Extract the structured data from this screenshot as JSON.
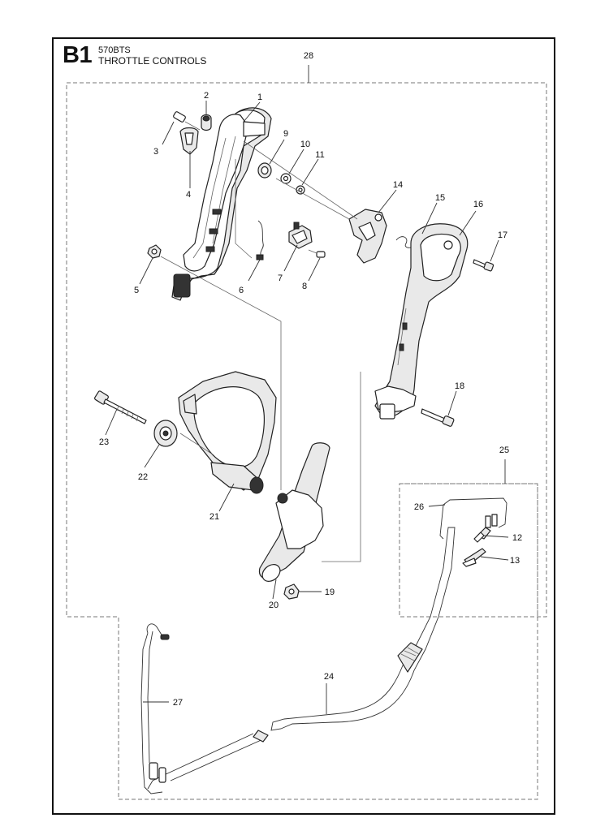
{
  "header": {
    "section_code": "B1",
    "model": "570BTS",
    "title": "THROTTLE CONTROLS"
  },
  "callouts": {
    "c1": "1",
    "c2": "2",
    "c3": "3",
    "c4": "4",
    "c5": "5",
    "c6": "6",
    "c7": "7",
    "c8": "8",
    "c9": "9",
    "c10": "10",
    "c11": "11",
    "c12": "12",
    "c13": "13",
    "c14": "14",
    "c15": "15",
    "c16": "16",
    "c17": "17",
    "c18": "18",
    "c19": "19",
    "c20": "20",
    "c21": "21",
    "c22": "22",
    "c23": "23",
    "c24": "24",
    "c25": "25",
    "c26": "26",
    "c27": "27",
    "c28": "28"
  }
}
